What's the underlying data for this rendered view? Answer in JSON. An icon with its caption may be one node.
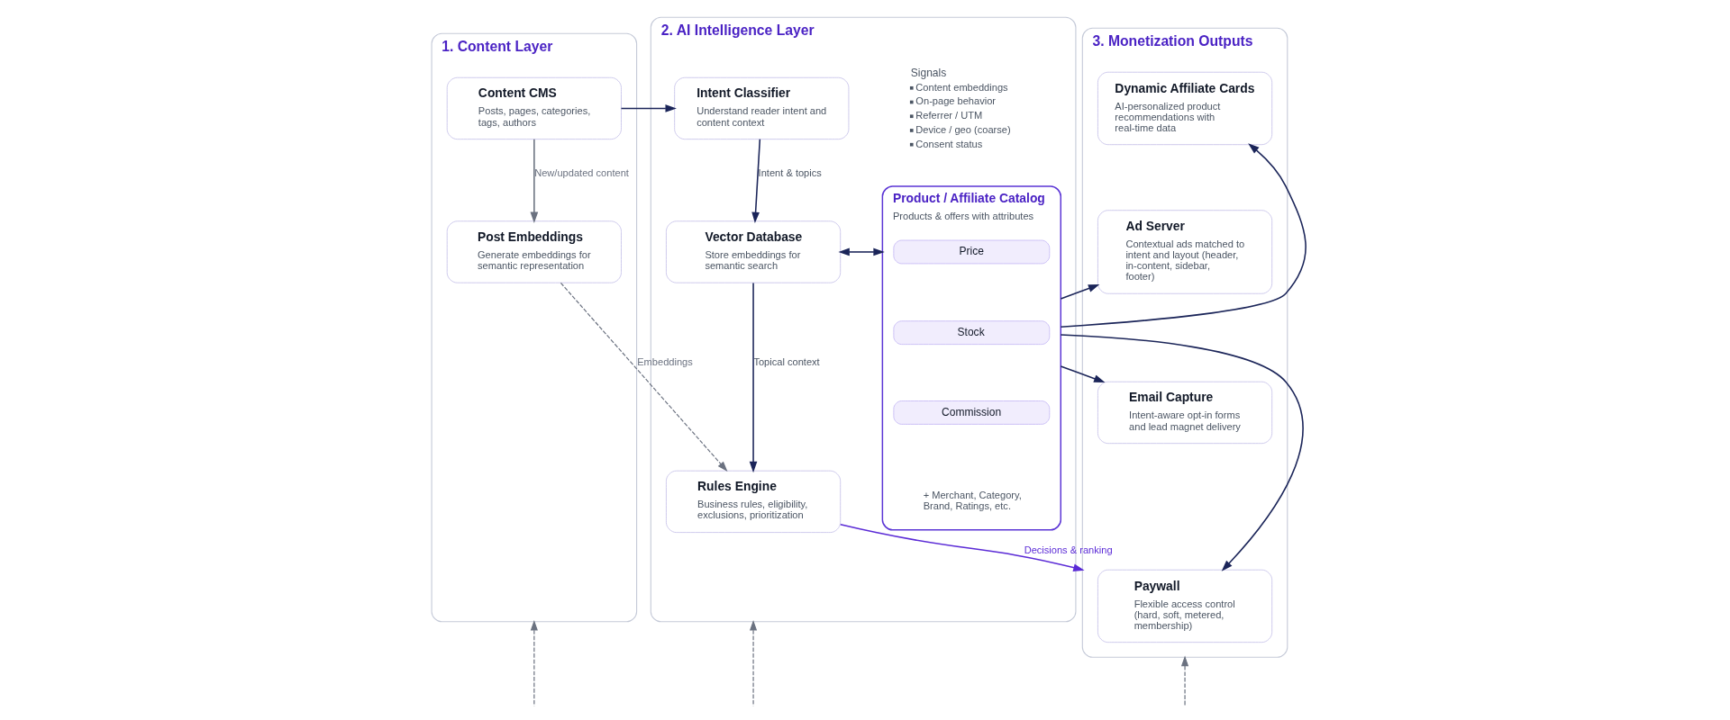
{
  "diagram": {
    "nodes": [
      {
        "text": [
          "1. Content Layer"
        ]
      },
      {
        "text": [
          "Content CMS",
          "Posts, pages, categories, tags, authors"
        ],
        "in": 0
      },
      {
        "text": [
          "Post Embeddings",
          "Generate embeddings for semantic representation"
        ],
        "in": 0
      },
      {
        "text": [
          "2. AI Intelligence Layer"
        ]
      },
      {
        "text": [
          "Intent Classifier",
          "Understand reader intent and content context"
        ],
        "in": 3
      },
      {
        "text": [
          "Vector Database",
          "Store embeddings for semantic search"
        ],
        "in": 3
      },
      {
        "text": [
          "Product / Affiliate Catalog",
          "Products & offers with attributes"
        ],
        "in": 3
      },
      {
        "text": [
          "Price"
        ],
        "in": 6
      },
      {
        "text": [
          "Stock"
        ],
        "in": 6
      },
      {
        "text": [
          "Commission"
        ],
        "in": 6
      },
      {
        "text": [
          "Rules Engine",
          "Business rules, eligibility, exclusions, prioritization"
        ],
        "in": 3
      },
      {
        "text": [
          "3. Monetization Outputs"
        ]
      },
      {
        "text": [
          "Dynamic Affiliate Cards",
          "AI-personalized product recommendations with real-time data"
        ],
        "in": 11
      },
      {
        "text": [
          "Ad Server",
          "Contextual ads matched to intent and layout (header, in-content, sidebar, footer)"
        ],
        "in": 11
      },
      {
        "text": [
          "Email Capture",
          "Intent-aware opt-in forms and lead magnet delivery"
        ],
        "in": 11
      },
      {
        "text": [
          "Paywall",
          "Flexible access control (hard, soft, metered, membership)"
        ],
        "in": 11
      }
    ],
    "edges": [
      {
        "from": 1,
        "to": 4,
        "arrow": "to"
      },
      {
        "from": 1,
        "to": 2,
        "arrow": "to",
        "label": "New/updated content",
        "color": "#6b7280"
      },
      {
        "from": 4,
        "to": 5,
        "arrow": "to",
        "label": "Intent & topics"
      },
      {
        "from": 5,
        "to": 6,
        "arrow": "both"
      },
      {
        "from": 5,
        "to": 10,
        "arrow": "to",
        "label": "Topical context"
      },
      {
        "from": 2,
        "to": 10,
        "arrow": "to",
        "label": "Embeddings",
        "style": "dashed",
        "color": "#6b7280"
      },
      {
        "from": 10,
        "to": 11,
        "arrow": "to",
        "label": "Decisions & ranking",
        "color": "#5b2bd6"
      },
      {
        "from": 6,
        "to": 12,
        "arrow": "to"
      },
      {
        "from": 6,
        "to": 13,
        "arrow": "to"
      },
      {
        "from": 6,
        "to": 14,
        "arrow": "to"
      },
      {
        "from": 6,
        "to": 15,
        "arrow": "to"
      },
      {
        "from": null,
        "to": 0,
        "arrow": "to",
        "style": "dashed",
        "color": "#6b7280"
      },
      {
        "from": null,
        "to": 3,
        "arrow": "to",
        "style": "dashed",
        "color": "#6b7280"
      },
      {
        "from": null,
        "to": 11,
        "arrow": "to",
        "style": "dashed",
        "color": "#6b7280"
      }
    ],
    "labels": [
      "Signals",
      "Content embeddings",
      "On-page behavior",
      "Referrer / UTM",
      "Device / geo (coarse)",
      "Consent status",
      "+ Merchant, Category, Brand, Ratings, etc."
    ]
  }
}
